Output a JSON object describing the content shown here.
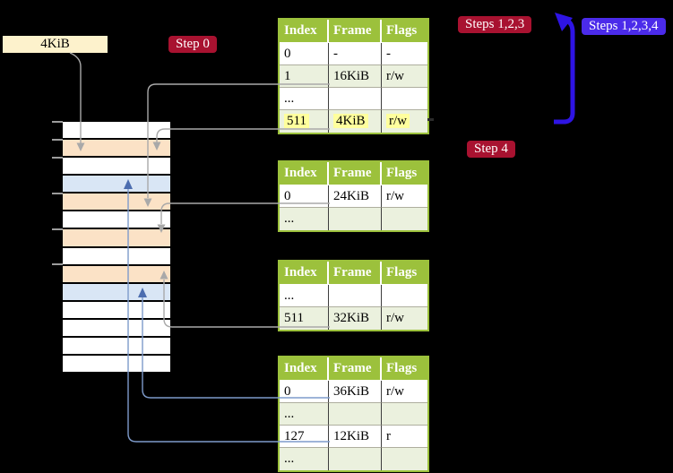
{
  "labels": {
    "page_size": "4KiB",
    "step0": "Step 0",
    "steps123": "Steps 1,2,3",
    "steps1234": "Steps 1,2,3,4",
    "step4": "Step 4"
  },
  "memory": {
    "rows": [
      "white",
      "peach",
      "white",
      "blue",
      "peach",
      "white",
      "peach",
      "white",
      "peach",
      "blue",
      "white",
      "white",
      "white",
      "white"
    ]
  },
  "tables": {
    "headers": [
      "Index",
      "Frame",
      "Flags"
    ],
    "level1": {
      "rows": [
        [
          "0",
          "-",
          "-"
        ],
        [
          "1",
          "16KiB",
          "r/w"
        ],
        [
          "...",
          "",
          ""
        ],
        [
          "511",
          "4KiB",
          "r/w"
        ]
      ]
    },
    "level2": {
      "rows": [
        [
          "0",
          "24KiB",
          "r/w"
        ],
        [
          "...",
          "",
          ""
        ]
      ]
    },
    "level3": {
      "rows": [
        [
          "...",
          "",
          ""
        ],
        [
          "511",
          "32KiB",
          "r/w"
        ]
      ]
    },
    "level4": {
      "rows": [
        [
          "0",
          "36KiB",
          "r/w"
        ],
        [
          "...",
          "",
          ""
        ],
        [
          "127",
          "12KiB",
          "r"
        ],
        [
          "...",
          "",
          ""
        ]
      ]
    }
  },
  "colors": {
    "badge_red": "#a81230",
    "badge_blue": "#4b2bea",
    "big_arrow_blue": "#2e14e4",
    "table_header_green": "#9cc13c",
    "table_row_green": "#ebf1de",
    "memory_peach": "#fbe2c6",
    "memory_blue": "#d9e6f5",
    "highlight_yellow": "#ffff9d",
    "connector_gray": "#a9a9a9",
    "connector_blue": "#7e9bcb"
  }
}
